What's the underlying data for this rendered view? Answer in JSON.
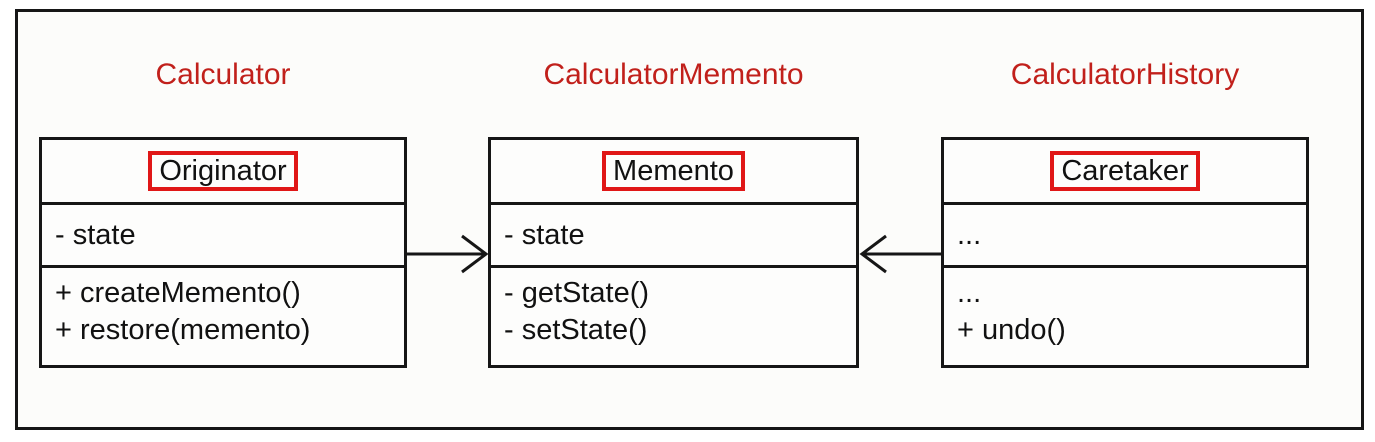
{
  "diagram": {
    "pattern": "Memento",
    "colors": {
      "class_title_red": "#c1201b",
      "role_frame_red": "#e01717",
      "line_black": "#161616"
    },
    "classes": [
      {
        "name": "Calculator",
        "role": "Originator",
        "attributes": [
          "- state"
        ],
        "methods": [
          "+ createMemento()",
          "+ restore(memento)"
        ]
      },
      {
        "name": "CalculatorMemento",
        "role": "Memento",
        "attributes": [
          "- state"
        ],
        "methods": [
          "- getState()",
          "- setState()"
        ]
      },
      {
        "name": "CalculatorHistory",
        "role": "Caretaker",
        "attributes": [
          "..."
        ],
        "methods": [
          "...",
          "+ undo()"
        ]
      }
    ],
    "relations": [
      {
        "from": "Calculator",
        "to": "CalculatorMemento",
        "arrowhead": "open",
        "direction": "right"
      },
      {
        "from": "CalculatorHistory",
        "to": "CalculatorMemento",
        "arrowhead": "open",
        "direction": "left"
      }
    ]
  }
}
